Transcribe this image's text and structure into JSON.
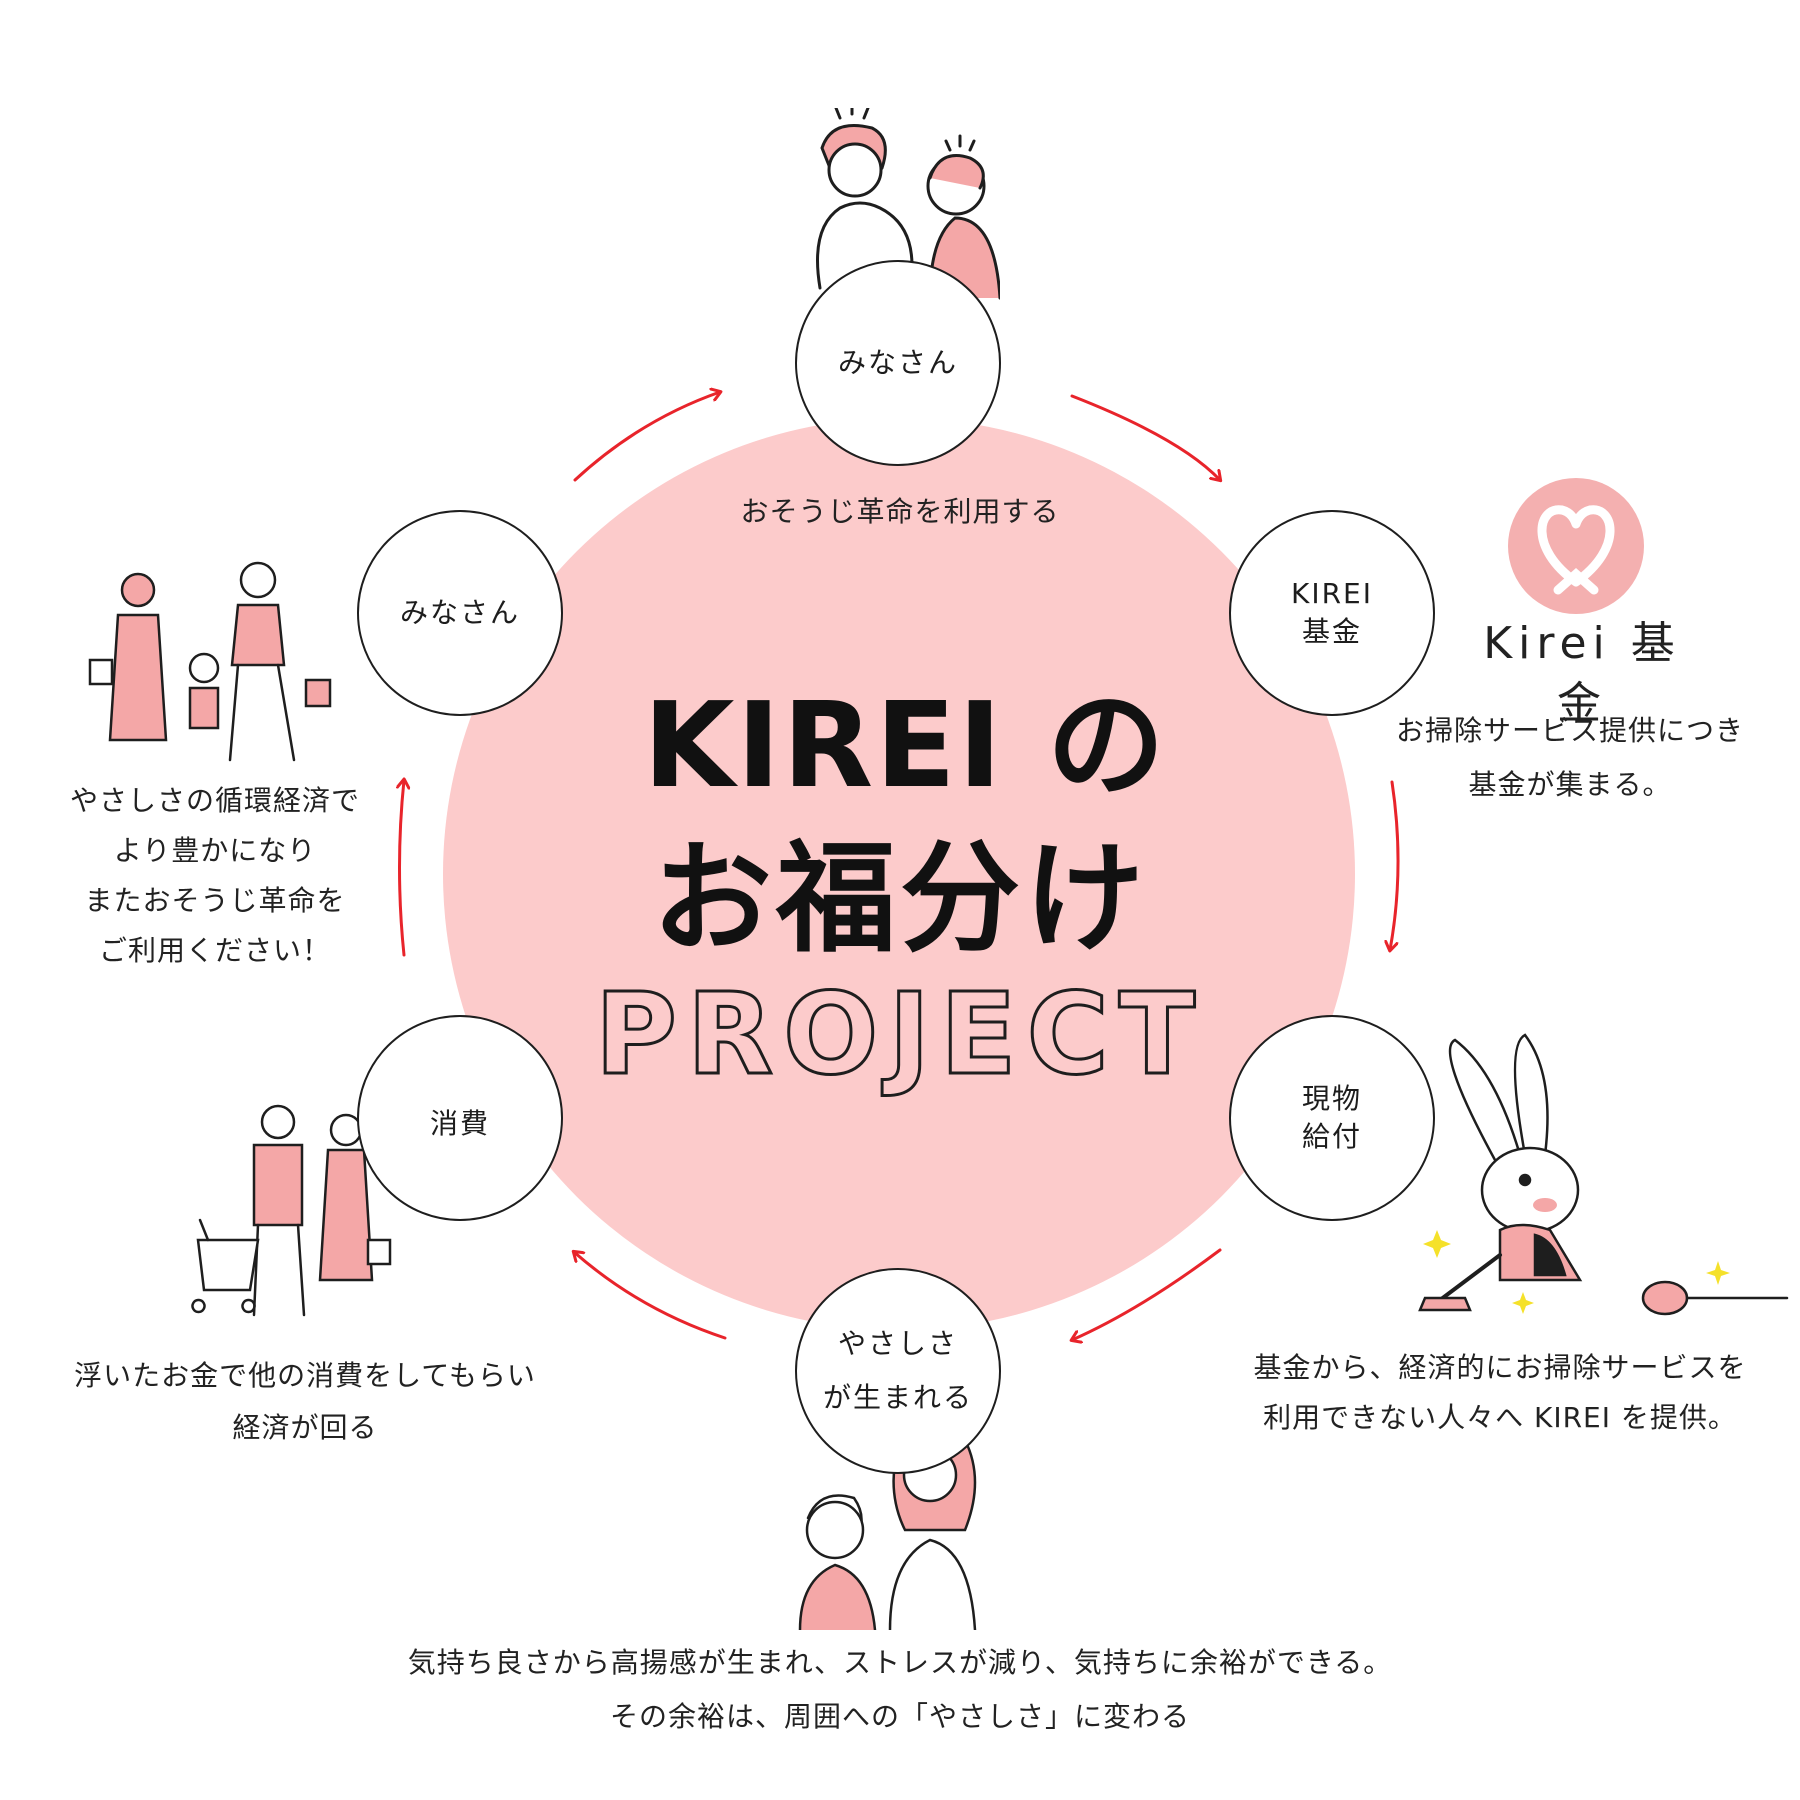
{
  "colors": {
    "pink_bg": "#fccbcb",
    "arrow_red": "#e8242b",
    "logo_pink": "#f4b0b0",
    "ink": "#1e1e1e"
  },
  "title": {
    "line1": "KIREI の",
    "line2": "お福分け",
    "line3": "PROJECT"
  },
  "nodes": {
    "top": "みなさん",
    "top_right": [
      "KIREI",
      "基金"
    ],
    "bottom_right": [
      "現物",
      "給付"
    ],
    "bottom": [
      "やさしさ",
      "が生まれる"
    ],
    "bottom_left": "消費",
    "top_left": "みなさん"
  },
  "captions": {
    "top": "おそうじ革命を利用する",
    "right_upper": [
      "お掃除サービス提供につき",
      "基金が集まる。"
    ],
    "right_lower": [
      "基金から、経済的にお掃除サービスを",
      "利用できない人々へ KIREI を提供。"
    ],
    "bottom": [
      "気持ち良さから高揚感が生まれ、ストレスが減り、気持ちに余裕ができる。",
      "その余裕は、周囲への「やさしさ」に変わる"
    ],
    "left_lower": [
      "浮いたお金で他の消費をしてもらい",
      "経済が回る"
    ],
    "left_upper": [
      "やさしさの循環経済で",
      "より豊かになり",
      "またおそうじ革命を",
      "ご利用ください！"
    ]
  },
  "logo": {
    "text": "Kirei 基金"
  },
  "icons": [
    "couple-illustration",
    "family-illustration",
    "shopping-couple-illustration",
    "mother-child-illustration",
    "rabbit-vacuum-illustration",
    "heart-logo-icon",
    "sparkle-icon"
  ]
}
